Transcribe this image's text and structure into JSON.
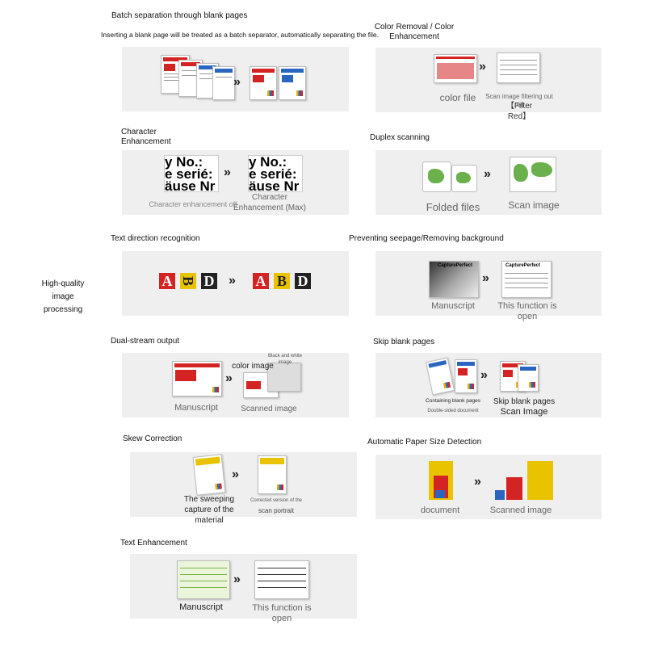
{
  "side_label": "High-quality\nimage\nprocessing",
  "features": {
    "batch": {
      "title": "Batch separation through blank pages",
      "subtitle": "Inserting a blank page will be treated as a batch separator, automatically separating the file."
    },
    "color": {
      "title": "Color Removal / Color Enhancement",
      "left_caption": "color file",
      "right_caption": "Scan image filtering out red",
      "right_caption2": "【Filter Red】"
    },
    "character": {
      "title": "Character Enhancement",
      "left_caption": "Character enhancement off",
      "right_caption": "Character Enhancement (Max)",
      "sample_line1": "y No.:",
      "sample_line2": "e serié:",
      "sample_line3": "äuse Nr"
    },
    "duplex": {
      "title": "Duplex scanning",
      "left_caption": "Folded files",
      "right_caption": "Scan image"
    },
    "direction": {
      "title": "Text direction recognition",
      "letters_before": [
        "A",
        "B",
        "D"
      ],
      "letters_after": [
        "A",
        "B",
        "D"
      ]
    },
    "seepage": {
      "title": "Preventing seepage/Removing background",
      "left_caption": "Manuscript",
      "right_caption": "This function is open",
      "doc_heading": "CapturePerfect"
    },
    "dualstream": {
      "title": "Dual-stream output",
      "left_caption": "Manuscript",
      "right_caption": "Scanned image",
      "color_label": "color image",
      "bw_label": "Black and white image"
    },
    "skipblank": {
      "title": "Skip blank pages",
      "left_caption": "Containing blank pages",
      "left_sub": "Double-sided document",
      "right_caption": "Skip blank pages",
      "right_caption2": "Scan Image"
    },
    "skew": {
      "title": "Skew Correction",
      "left_caption": "The sweeping capture of the material",
      "right_caption": "Corrected version of the",
      "right_caption2": "scan portrait"
    },
    "papersize": {
      "title": "Automatic Paper Size Detection",
      "left_caption": "document",
      "right_caption": "Scanned image"
    },
    "textenh": {
      "title": "Text Enhancement",
      "left_caption": "Manuscript",
      "right_caption": "This function is open"
    }
  },
  "arrow_symbol": "»",
  "colors": {
    "panel": "#efefef",
    "red": "#d42323",
    "blue": "#2a66c0",
    "yellow": "#e9c300",
    "green": "#6ab04c"
  }
}
